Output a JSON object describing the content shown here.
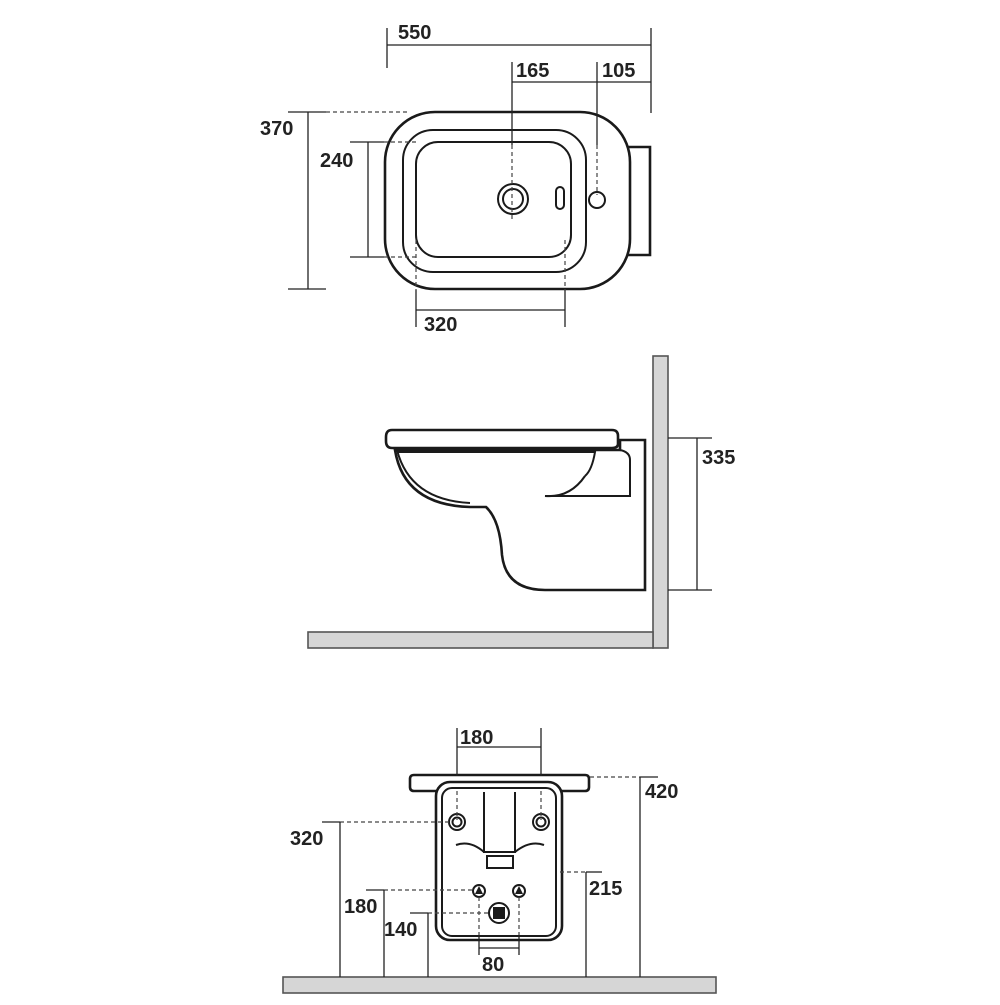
{
  "top_view": {
    "width_overall": "550",
    "tap_offset": "165",
    "rear_offset": "105",
    "depth_overall": "370",
    "bowl_depth": "240",
    "bowl_width": "320"
  },
  "side_view": {
    "rim_height": "335"
  },
  "rear_view": {
    "bolt_spacing": "180",
    "total_height": "420",
    "bolt_height": "320",
    "inlet_height": "215",
    "supply_height": "180",
    "waste_height": "140",
    "waste_width": "80"
  },
  "colors": {
    "line": "#1a1a1a",
    "wall_fill": "#d6d6d6"
  }
}
